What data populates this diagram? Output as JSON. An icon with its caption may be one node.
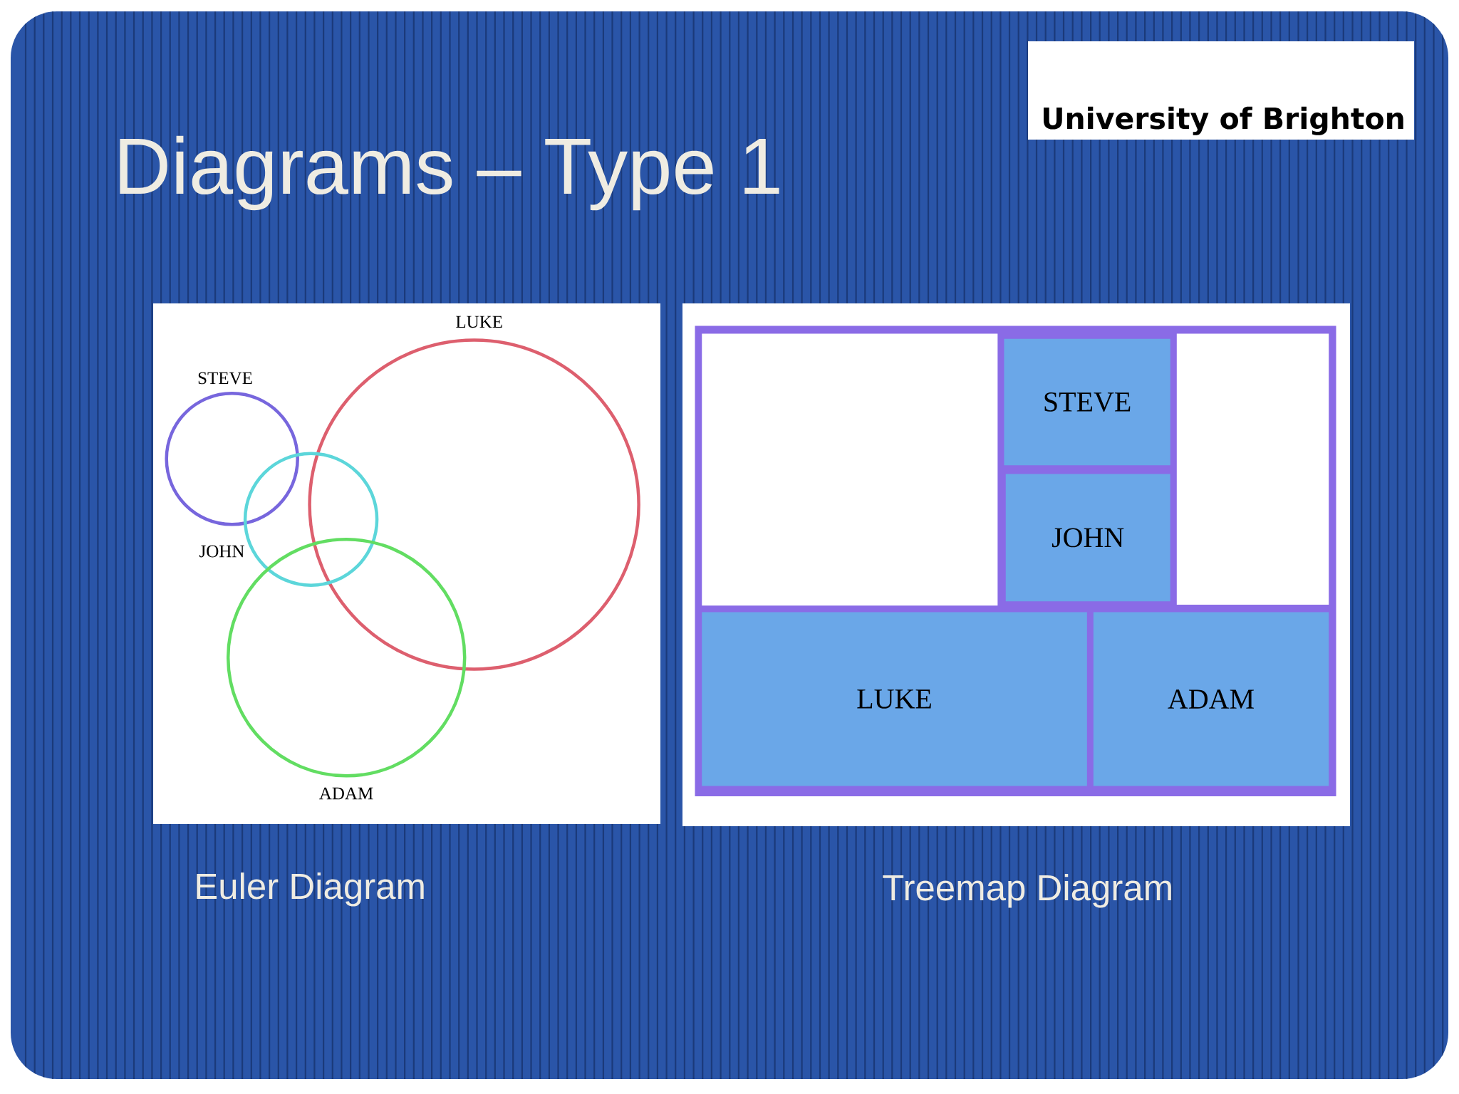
{
  "diagram": {
    "title": "Diagrams – Type 1",
    "nodes": [
      {
        "text": [
          "Euler Diagram"
        ]
      },
      {
        "text": [
          "LUKE"
        ],
        "in": 0
      },
      {
        "text": [
          "STEVE"
        ],
        "in": 0
      },
      {
        "text": [
          "JOHN"
        ],
        "in": 0
      },
      {
        "text": [
          "ADAM"
        ],
        "in": 0
      },
      {
        "text": [
          "Treemap Diagram"
        ]
      },
      {
        "text": [],
        "shape": "box",
        "in": 5
      },
      {
        "text": [],
        "shape": "box",
        "in": 6
      },
      {
        "text": [
          "STEVE"
        ],
        "in": 6
      },
      {
        "text": [],
        "shape": "box",
        "in": 6
      },
      {
        "text": [
          "JOHN"
        ],
        "in": 6
      },
      {
        "text": [
          "LUKE"
        ],
        "in": 6
      },
      {
        "text": [
          "ADAM"
        ],
        "in": 6
      }
    ],
    "labels": [
      "University of Brighton"
    ]
  }
}
